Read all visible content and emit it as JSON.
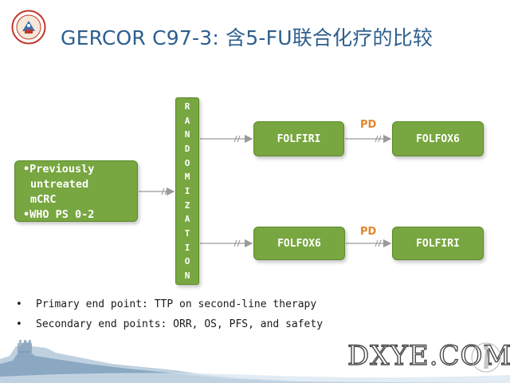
{
  "slide": {
    "title": "GERCOR C97-3: 含5-FU联合化疗的比较"
  },
  "patients": {
    "bullet_1_line_1": "Previously",
    "bullet_1_line_2": "untreated",
    "bullet_1_line_3": "mCRC",
    "bullet_2": "WHO PS 0-2",
    "bullet_glyph": "•"
  },
  "randomization": {
    "letters": [
      "R",
      "A",
      "N",
      "D",
      "O",
      "M",
      "I",
      "Z",
      "A",
      "T",
      "I",
      "O",
      "N"
    ]
  },
  "arms": [
    {
      "first_line": "FOLFIRI",
      "progression_label": "PD",
      "second_line": "FOLFOX6"
    },
    {
      "first_line": "FOLFOX6",
      "progression_label": "PD",
      "second_line": "FOLFIRI"
    }
  ],
  "endpoints": [
    {
      "bullet": "•",
      "text": "Primary end point: TTP on second-line therapy"
    },
    {
      "bullet": "•",
      "text": "Secondary end points: ORR, OS, PFS, and safety"
    }
  ],
  "watermark": {
    "text": "DXYE.COM"
  },
  "colors": {
    "title": "#2e5f8e",
    "box_fill": "#78a640",
    "box_border": "#5a8a2a",
    "pd_label": "#e0872b",
    "arrow": "#9a9a9a"
  }
}
